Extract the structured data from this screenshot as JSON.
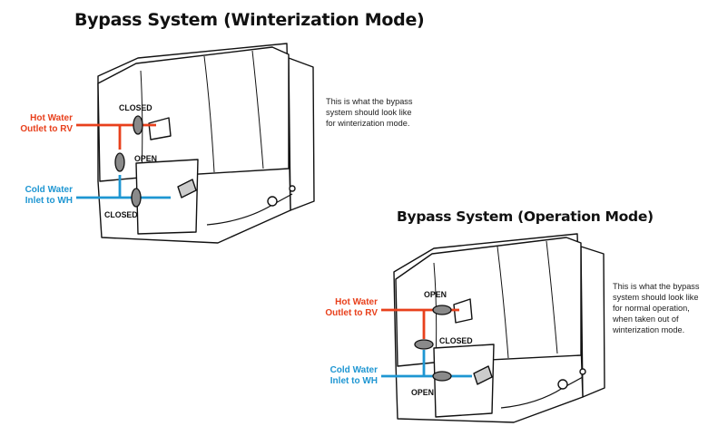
{
  "diagrams": [
    {
      "title": "Bypass System (Winterization Mode)",
      "description": "This is what the bypass\nsystem should look like\nfor winterization mode.",
      "hot_label": "Hot Water\nOutlet to RV",
      "cold_label": "Cold Water\nInlet to WH",
      "valve_states": [
        "CLOSED",
        "OPEN",
        "CLOSED"
      ]
    },
    {
      "title": "Bypass System (Operation Mode)",
      "description": "This is what the bypass\nsystem should look like\nfor normal operation,\nwhen taken out of\nwinterization mode.",
      "hot_label": "Hot Water\nOutlet to RV",
      "cold_label": "Cold Water\nInlet to WH",
      "valve_states": [
        "OPEN",
        "CLOSED",
        "OPEN"
      ]
    }
  ],
  "colors": {
    "hot": "#e8401c",
    "cold": "#1e96d2",
    "valve": "#8a8a8a"
  }
}
